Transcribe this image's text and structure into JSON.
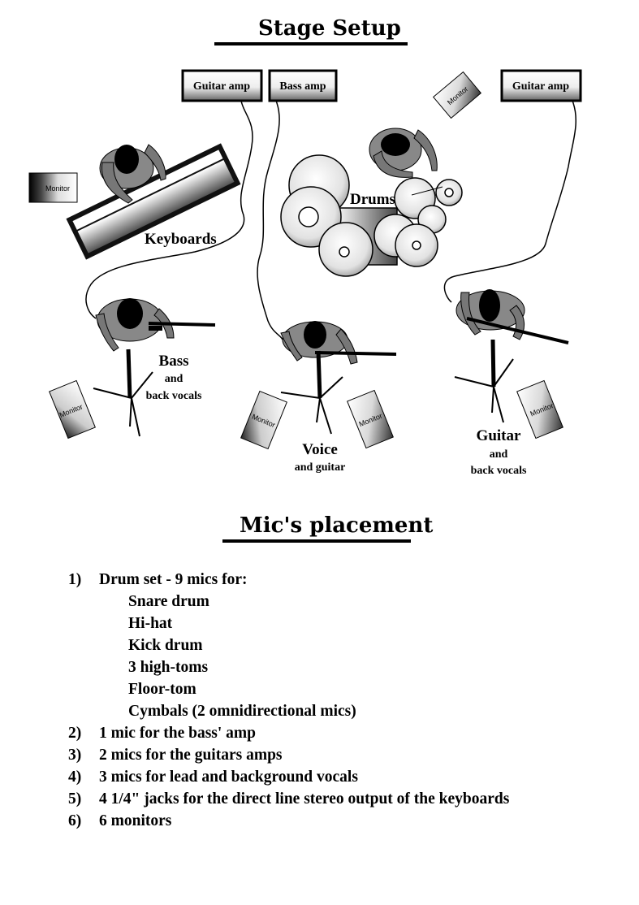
{
  "header": {
    "title": "Stage Setup"
  },
  "stage": {
    "amps": [
      "Guitar amp",
      "Bass amp",
      "Guitar amp"
    ],
    "monitor_label": "Monitor",
    "keyboards": "Keyboards",
    "drums": "Drums",
    "bass": {
      "name": "Bass",
      "line2": "and",
      "line3": "back vocals"
    },
    "voice": {
      "name": "Voice",
      "line2": "and guitar"
    },
    "guitar": {
      "name": "Guitar",
      "line2": "and",
      "line3": "back vocals"
    }
  },
  "mics": {
    "title": "Mic's placement",
    "items": [
      {
        "num": "1)",
        "text": "Drum set - 9 mics for:",
        "subitems": [
          "Snare drum",
          "Hi-hat",
          "Kick drum",
          "3 high-toms",
          "Floor-tom",
          "Cymbals (2 omnidirectional mics)"
        ]
      },
      {
        "num": "2)",
        "text": "1 mic for the bass' amp"
      },
      {
        "num": "3)",
        "text": "2 mics for the guitars amps"
      },
      {
        "num": "4)",
        "text": "3 mics for lead and background vocals"
      },
      {
        "num": "5)",
        "text": "4 1/4\" jacks for the direct line stereo output of the keyboards"
      },
      {
        "num": "6)",
        "text": "6 monitors"
      }
    ]
  }
}
